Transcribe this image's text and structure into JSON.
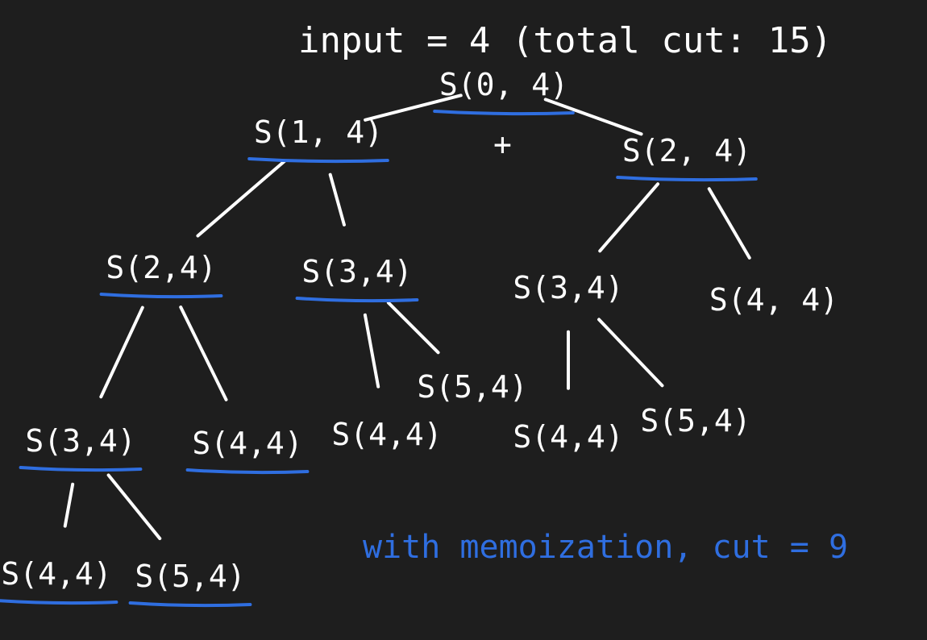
{
  "header": {
    "text": "input = 4  (total cut: 15)"
  },
  "plus_sign": "+",
  "nodes": [
    {
      "id": "root",
      "label": "S(0, 4)",
      "underlined": true
    },
    {
      "id": "n1",
      "label": "S(1, 4)",
      "underlined": true
    },
    {
      "id": "n2",
      "label": "S(2, 4)",
      "underlined": true
    },
    {
      "id": "n3",
      "label": "S(2,4)",
      "underlined": true
    },
    {
      "id": "n4",
      "label": "S(3,4)",
      "underlined": true
    },
    {
      "id": "n5",
      "label": "S(3,4)",
      "underlined": false
    },
    {
      "id": "n6",
      "label": "S(4, 4)",
      "underlined": false
    },
    {
      "id": "n7",
      "label": "S(3,4)",
      "underlined": true
    },
    {
      "id": "n8",
      "label": "S(4,4)",
      "underlined": true
    },
    {
      "id": "n9",
      "label": "S(4,4)",
      "underlined": false
    },
    {
      "id": "n10",
      "label": "S(5,4)",
      "underlined": false
    },
    {
      "id": "n11",
      "label": "S(4,4)",
      "underlined": false
    },
    {
      "id": "n12",
      "label": "S(5,4)",
      "underlined": false
    },
    {
      "id": "n13",
      "label": "S(4,4)",
      "underlined": true
    },
    {
      "id": "n14",
      "label": "S(5,4)",
      "underlined": true
    }
  ],
  "edges": [
    [
      "root",
      "n1"
    ],
    [
      "root",
      "n2"
    ],
    [
      "n1",
      "n3"
    ],
    [
      "n1",
      "n4"
    ],
    [
      "n2",
      "n5"
    ],
    [
      "n2",
      "n6"
    ],
    [
      "n3",
      "n7"
    ],
    [
      "n3",
      "n8"
    ],
    [
      "n4",
      "n9"
    ],
    [
      "n4",
      "n10"
    ],
    [
      "n5",
      "n11"
    ],
    [
      "n5",
      "n12"
    ],
    [
      "n7",
      "n13"
    ],
    [
      "n7",
      "n14"
    ]
  ],
  "footer": {
    "text": "with memoization, cut = 9"
  },
  "colors": {
    "background": "#1e1e1e",
    "ink": "#ffffff",
    "highlight": "#2f6ee0"
  }
}
